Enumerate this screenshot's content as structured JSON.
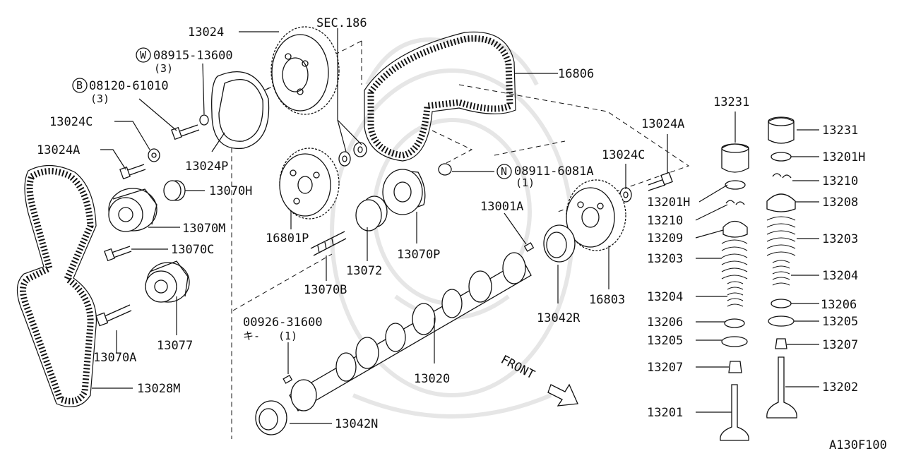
{
  "diagram_code": "A130F100",
  "front_label": "FRONT",
  "labels": {
    "p13024": "13024",
    "sec186": "SEC.186",
    "w08915": "08915-13600",
    "w08915_qty": "(3)",
    "w_circle": "W",
    "b08120": "08120-61010",
    "b08120_qty": "(3)",
    "b_circle": "B",
    "p16806": "16806",
    "p13024C_left": "13024C",
    "p13024A_left": "13024A",
    "p13024P": "13024P",
    "p13070H": "13070H",
    "p13070M": "13070M",
    "p13070C": "13070C",
    "p13070A": "13070A",
    "p13077": "13077",
    "p13028M": "13028M",
    "p16801P": "16801P",
    "p13072": "13072",
    "p13070P": "13070P",
    "p13070B": "13070B",
    "n08911": "08911-6081A",
    "n08911_qty": "(1)",
    "n_circle": "N",
    "p13001A": "13001A",
    "p13024A_right": "13024A",
    "p13024C_right": "13024C",
    "p16803": "16803",
    "p13042R": "13042R",
    "p00926": "00926-31600",
    "p00926_sub": "キ-",
    "p00926_qty": "(1)",
    "p13020": "13020",
    "p13042N": "13042N",
    "p13231_a": "13231",
    "p13231_b": "13231",
    "p13201H_a": "13201H",
    "p13201H_b": "13201H",
    "p13210_a": "13210",
    "p13210_b": "13210",
    "p13209": "13209",
    "p13208": "13208",
    "p13203_a": "13203",
    "p13203_b": "13203",
    "p13204_a": "13204",
    "p13204_b": "13204",
    "p13206_a": "13206",
    "p13206_b": "13206",
    "p13205_a": "13205",
    "p13205_b": "13205",
    "p13207_a": "13207",
    "p13207_b": "13207",
    "p13201": "13201",
    "p13202": "13202"
  }
}
